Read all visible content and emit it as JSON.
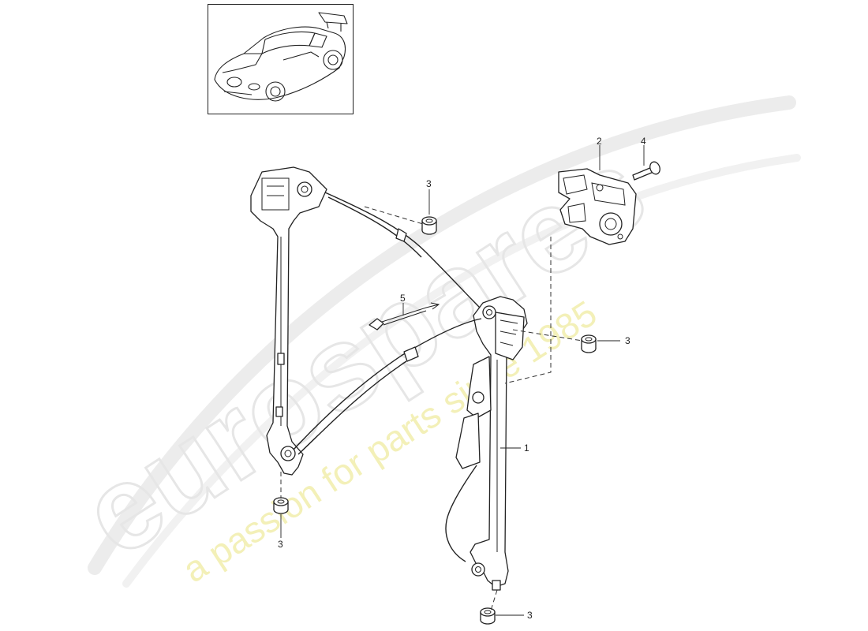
{
  "watermark": {
    "brand": "eurospares",
    "tagline": "a passion for parts since 1985"
  },
  "thumbnail": {
    "icon": "sports-car-icon"
  },
  "callouts": [
    {
      "id": "c1",
      "label": "1"
    },
    {
      "id": "c2",
      "label": "2"
    },
    {
      "id": "c3a",
      "label": "3"
    },
    {
      "id": "c3b",
      "label": "3"
    },
    {
      "id": "c3c",
      "label": "3"
    },
    {
      "id": "c3d",
      "label": "3"
    },
    {
      "id": "c4",
      "label": "4"
    },
    {
      "id": "c5",
      "label": "5"
    }
  ],
  "colors": {
    "line": "#222222",
    "watermark_outline": "#e6e6e6",
    "watermark_tagline": "#f3f0b8"
  }
}
